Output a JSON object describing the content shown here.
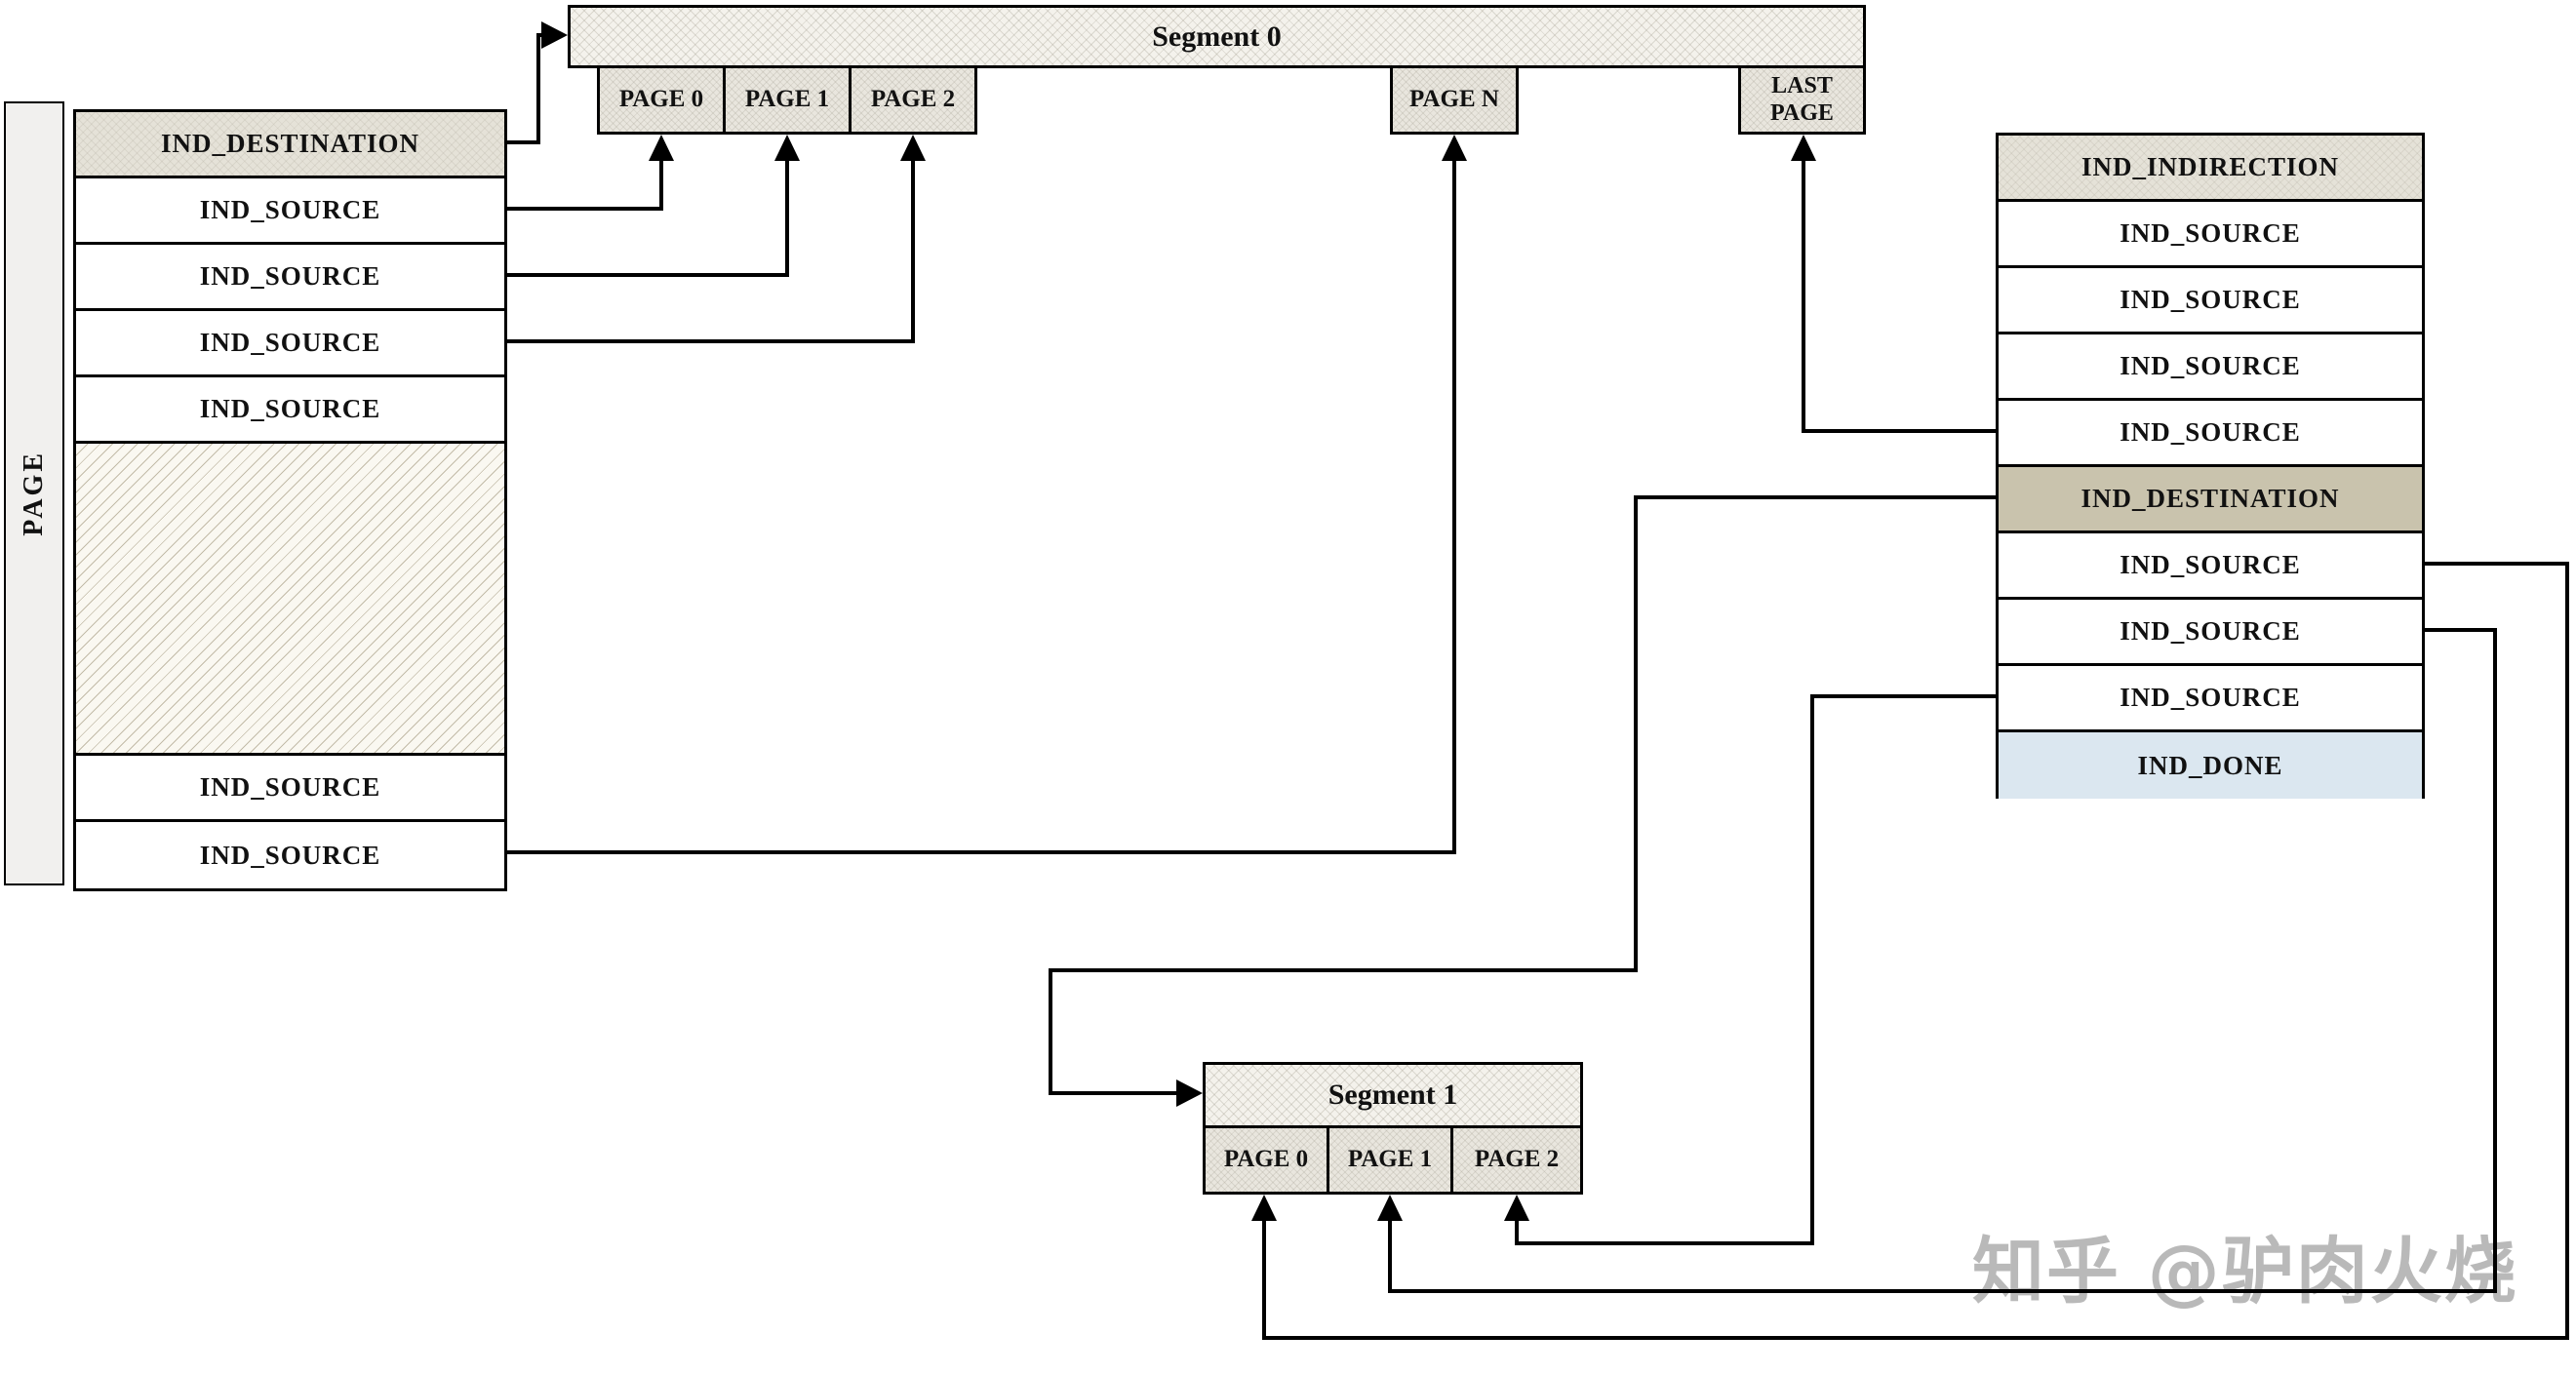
{
  "watermark": "知乎 @驴肉火烧",
  "left_table": {
    "side_label": "PAGE",
    "rows": [
      {
        "label": "IND_DESTINATION",
        "kind": "header"
      },
      {
        "label": "IND_SOURCE",
        "kind": "source"
      },
      {
        "label": "IND_SOURCE",
        "kind": "source"
      },
      {
        "label": "IND_SOURCE",
        "kind": "source"
      },
      {
        "label": "IND_SOURCE",
        "kind": "source"
      },
      {
        "label": "",
        "kind": "hatched-free-space"
      },
      {
        "label": "IND_SOURCE",
        "kind": "source"
      },
      {
        "label": "IND_SOURCE",
        "kind": "source"
      }
    ]
  },
  "right_table": {
    "rows": [
      {
        "label": "IND_INDIRECTION",
        "kind": "header"
      },
      {
        "label": "IND_SOURCE",
        "kind": "source"
      },
      {
        "label": "IND_SOURCE",
        "kind": "source"
      },
      {
        "label": "IND_SOURCE",
        "kind": "source"
      },
      {
        "label": "IND_SOURCE",
        "kind": "source"
      },
      {
        "label": "IND_DESTINATION",
        "kind": "destination"
      },
      {
        "label": "IND_SOURCE",
        "kind": "source"
      },
      {
        "label": "IND_SOURCE",
        "kind": "source"
      },
      {
        "label": "IND_SOURCE",
        "kind": "source"
      },
      {
        "label": "IND_DONE",
        "kind": "done"
      }
    ]
  },
  "segment0": {
    "title": "Segment 0",
    "pages": [
      "PAGE 0",
      "PAGE 1",
      "PAGE 2",
      "PAGE N",
      "LAST PAGE"
    ]
  },
  "segment1": {
    "title": "Segment 1",
    "pages": [
      "PAGE 0",
      "PAGE 1",
      "PAGE 2"
    ]
  },
  "colors": {
    "header_fill": "#e5e2d8",
    "destination_fill": "#c9c3ad",
    "done_fill": "#dbe7f0",
    "page_fill": "#e9e6de",
    "segment_fill": "#f4f2ec",
    "hatch_fill": "#faf8f1",
    "strip_fill": "#f1f0ee",
    "line_color": "#000000",
    "text": "#111111",
    "watermark_color": "#b9b9b9"
  }
}
